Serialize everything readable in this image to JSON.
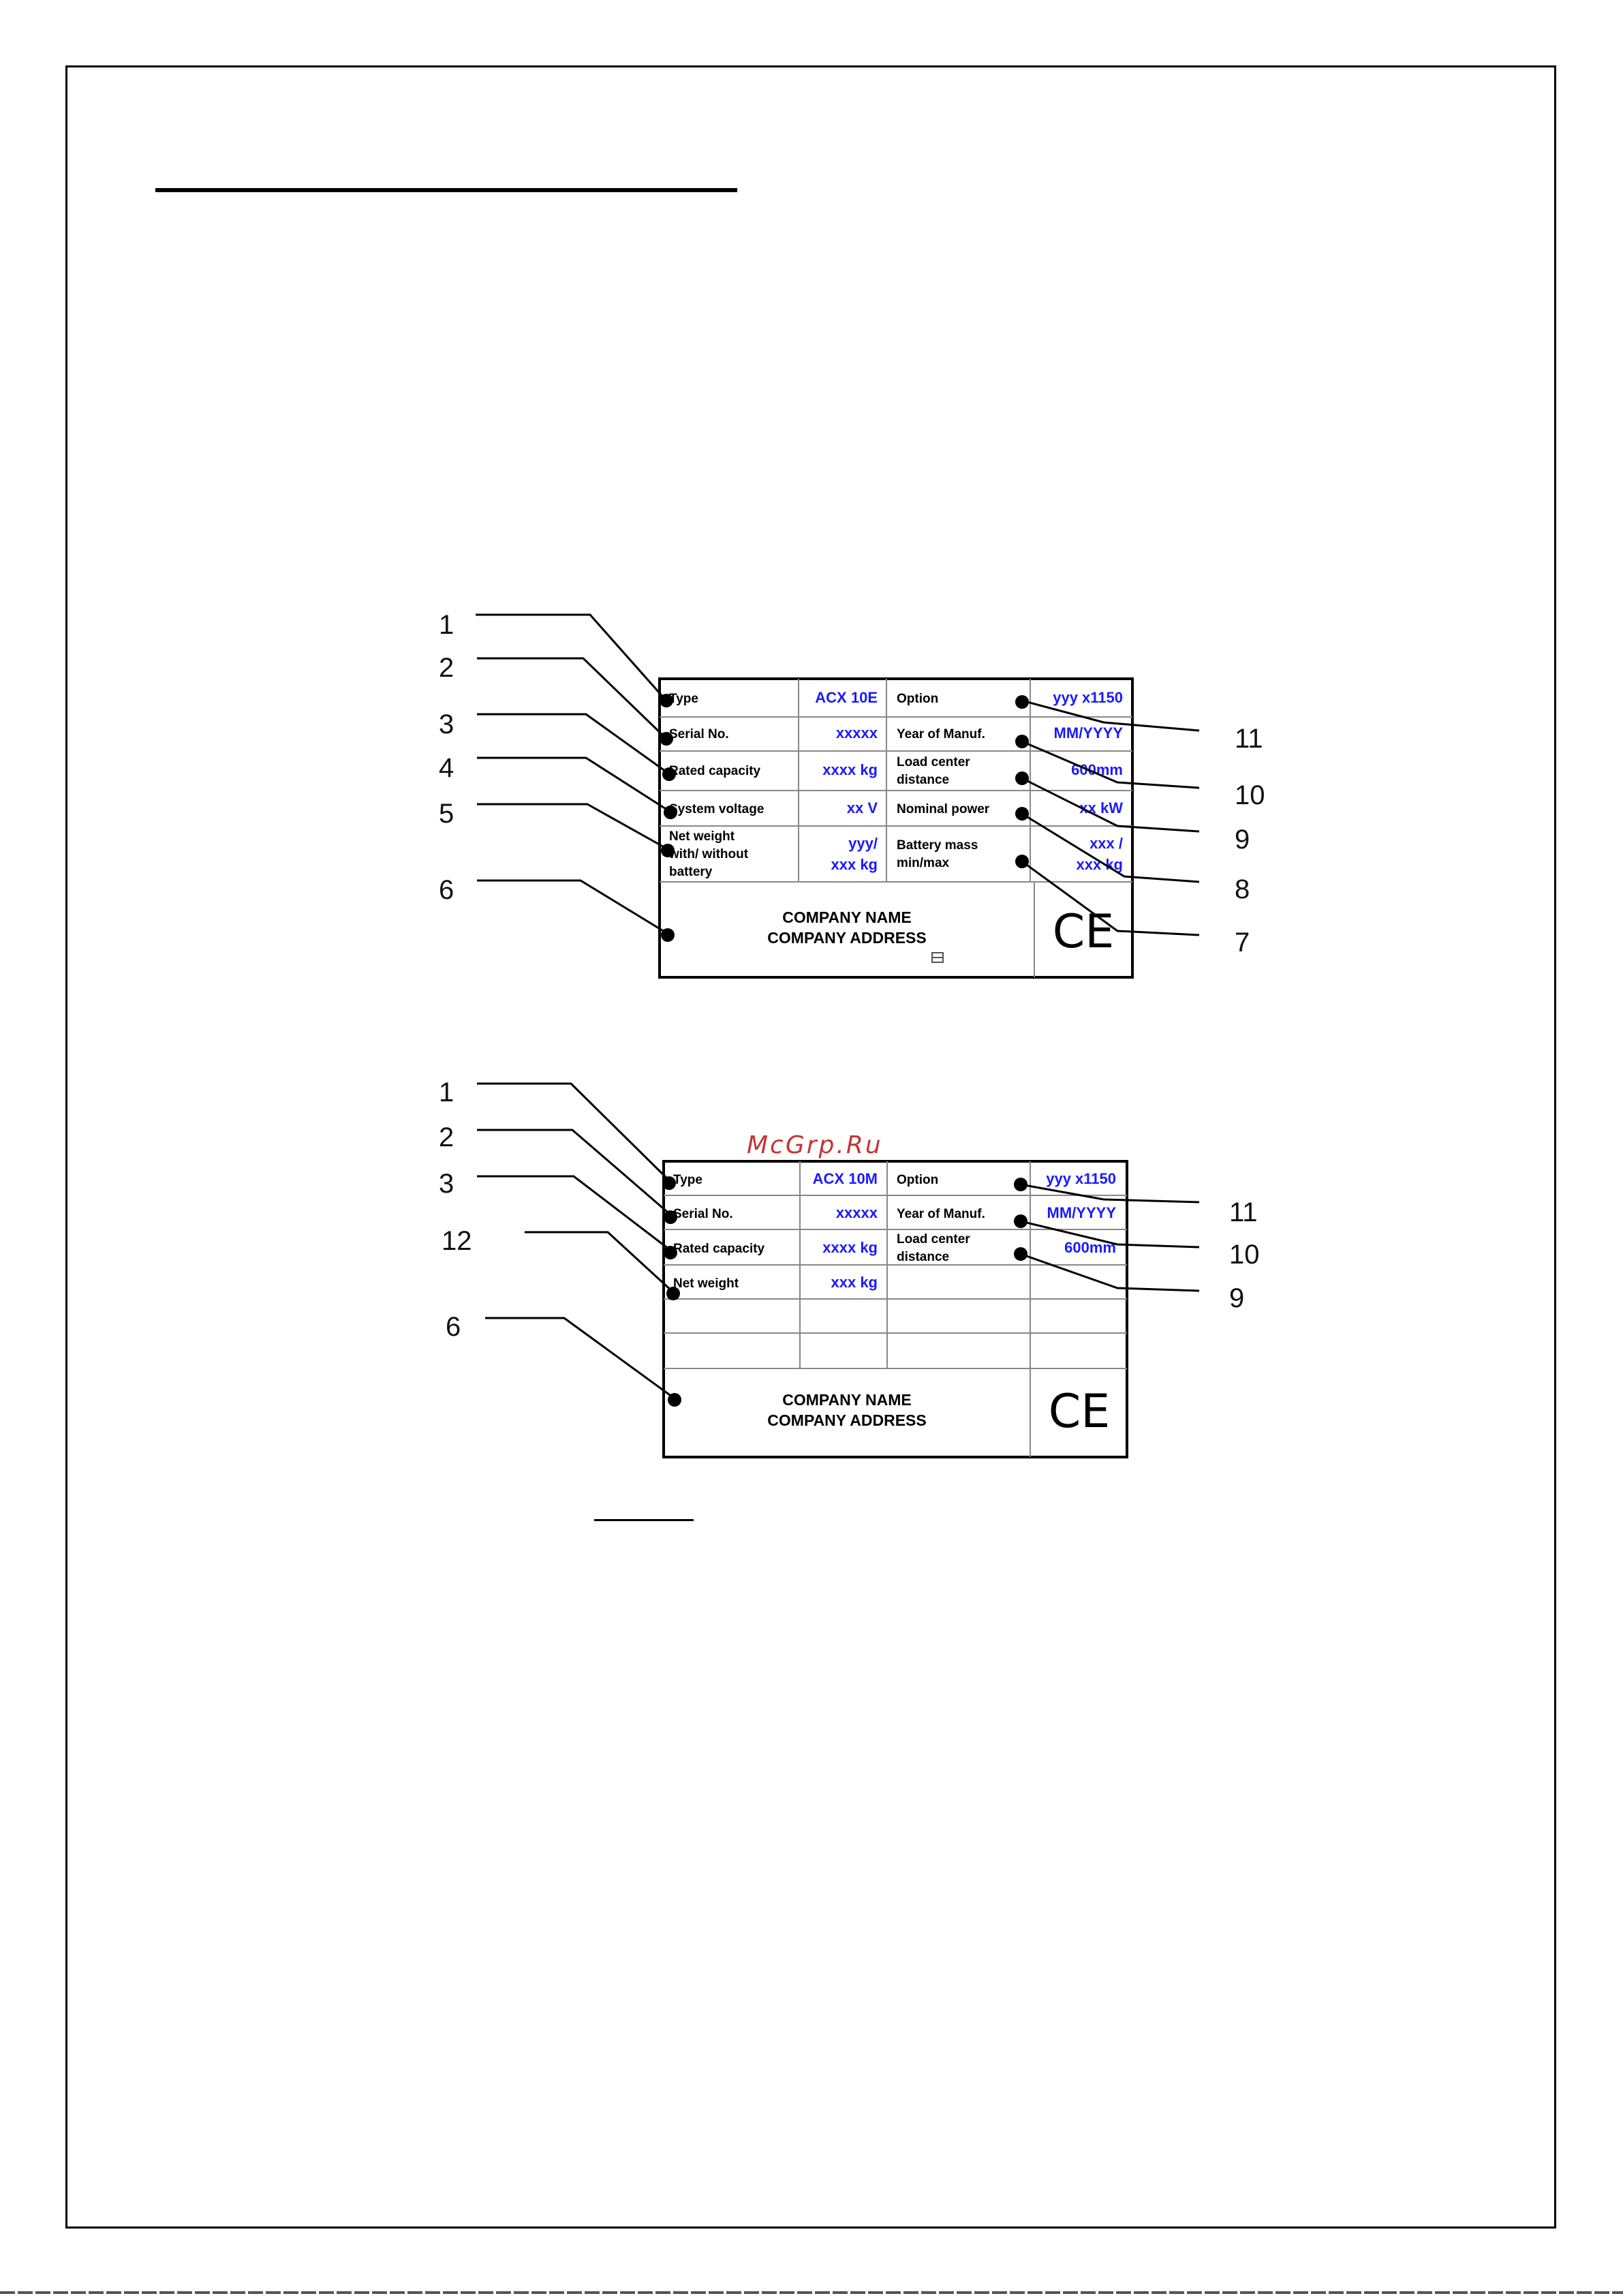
{
  "watermark": "McGrp.Ru",
  "plate1": {
    "type_label": "Type",
    "type_value": "ACX 10E",
    "serial_label": "Serial No.",
    "serial_value": "xxxxx",
    "capacity_label": "Rated capacity",
    "capacity_value": "xxxx kg",
    "voltage_label": "System voltage",
    "voltage_value": "xx V",
    "netweight_label_1": "Net weight",
    "netweight_label_2": "with/ without",
    "netweight_label_3": "battery",
    "netweight_value_1": "yyy/",
    "netweight_value_2": "xxx kg",
    "option_label": "Option",
    "option_value": "yyy x1150",
    "year_label": "Year of Manuf.",
    "year_value": "MM/YYYY",
    "loadcenter_label_1": "Load center",
    "loadcenter_label_2": "distance",
    "loadcenter_value": "600mm",
    "power_label": "Nominal power",
    "power_value": "xx kW",
    "battery_label_1": "Battery mass",
    "battery_label_2": "min/max",
    "battery_value_1": "xxx /",
    "battery_value_2": "xxx kg",
    "company_name": "COMPANY NAME",
    "company_address": "COMPANY ADDRESS",
    "ce_mark": "CE",
    "callouts_left": [
      "1",
      "2",
      "3",
      "4",
      "5",
      "6"
    ],
    "callouts_right": [
      "11",
      "10",
      "9",
      "8",
      "7"
    ]
  },
  "plate2": {
    "type_label": "Type",
    "type_value": "ACX 10M",
    "serial_label": "Serial No.",
    "serial_value": "xxxxx",
    "capacity_label": "Rated capacity",
    "capacity_value": "xxxx kg",
    "netweight_label": "Net weight",
    "netweight_value": "xxx kg",
    "option_label": "Option",
    "option_value": "yyy x1150",
    "year_label": "Year of Manuf.",
    "year_value": "MM/YYYY",
    "loadcenter_label_1": "Load center",
    "loadcenter_label_2": "distance",
    "loadcenter_value": "600mm",
    "company_name": "COMPANY NAME",
    "company_address": "COMPANY ADDRESS",
    "ce_mark": "CE",
    "callouts_left": [
      "1",
      "2",
      "3",
      "12",
      "6"
    ],
    "callouts_right": [
      "11",
      "10",
      "9"
    ]
  }
}
